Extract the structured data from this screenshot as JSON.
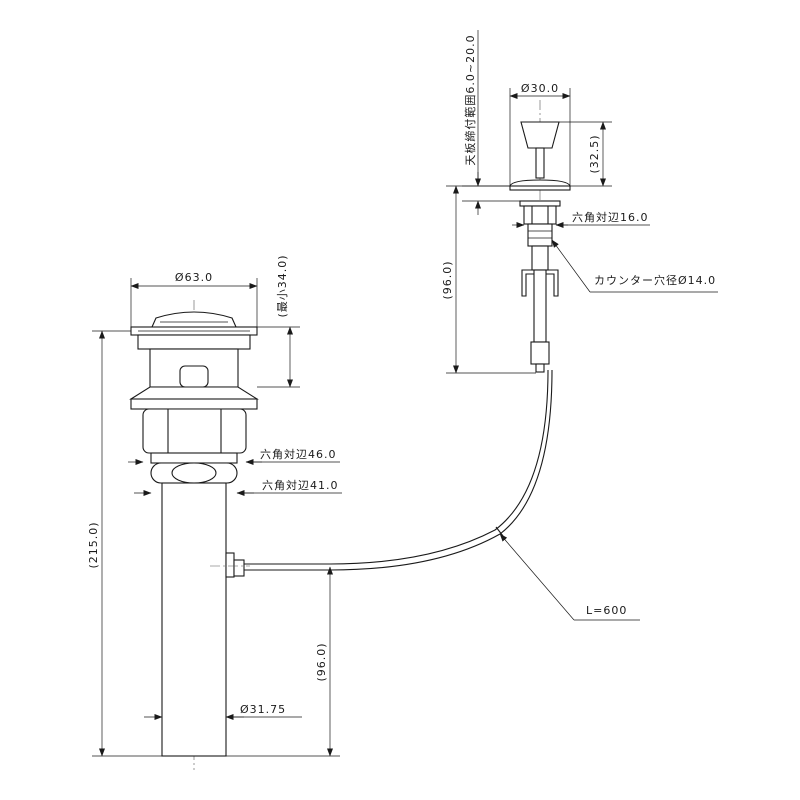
{
  "drain": {
    "cap_diameter": "Ø63.0",
    "min_height": "(最小34.0)",
    "total_height": "(215.0)",
    "hex_large": "六角対辺46.0",
    "hex_small": "六角対辺41.0",
    "pipe_diameter": "Ø31.75",
    "pipe_offset": "(96.0)"
  },
  "knob": {
    "diameter": "Ø30.0",
    "height": "(32.5)",
    "counter_range": "天板締付範囲6.0~20.0",
    "hex": "六角対辺16.0",
    "counter_hole": "カウンター穴径Ø14.0",
    "rod_length": "(96.0)"
  },
  "cable": {
    "length": "L=600"
  }
}
